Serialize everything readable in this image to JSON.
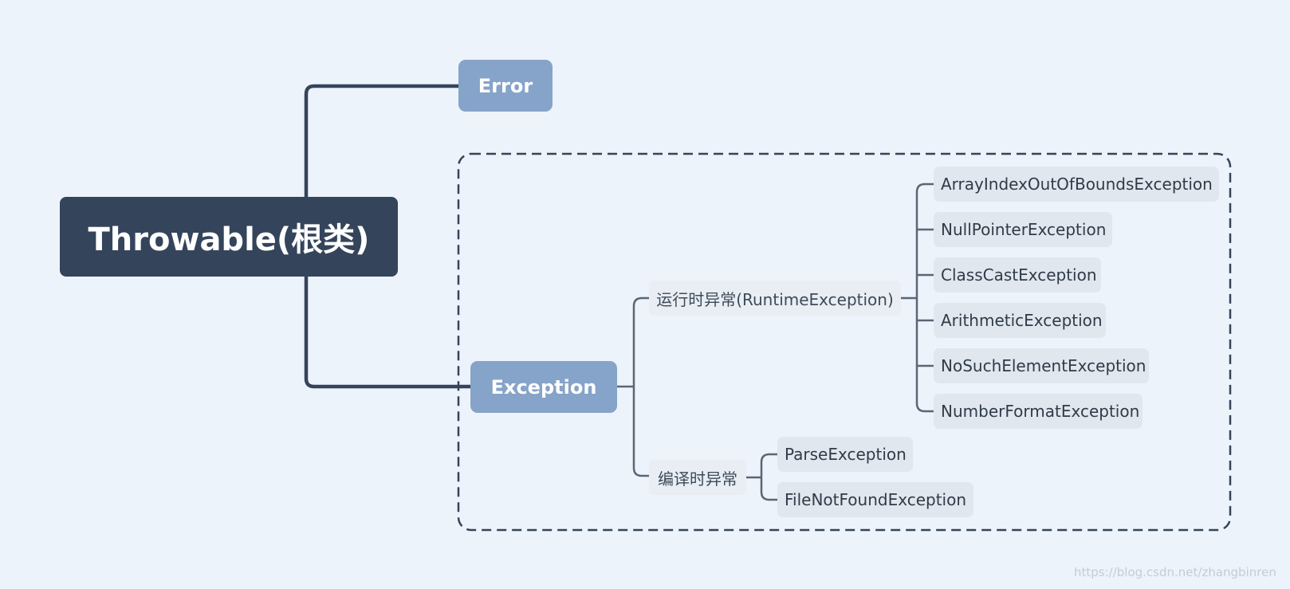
{
  "diagram": {
    "root": "Throwable(根类)",
    "branches": {
      "error": "Error",
      "exception": "Exception"
    },
    "groups": {
      "runtime": "运行时异常(RuntimeException)",
      "compile": "编译时异常"
    },
    "runtime_items": [
      "ArrayIndexOutOfBoundsException",
      "NullPointerException",
      "ClassCastException",
      "ArithmeticException",
      "NoSuchElementException",
      "NumberFormatException"
    ],
    "compile_items": [
      "ParseException",
      "FileNotFoundException"
    ]
  },
  "watermark": "https://blog.csdn.net/zhangbinren",
  "colors": {
    "background": "#edf3fa",
    "root": "#34445b",
    "branch": "#86a3c9",
    "group": "#e8eef4",
    "leaf": "#e1e7ee",
    "connector": "#34445b"
  }
}
